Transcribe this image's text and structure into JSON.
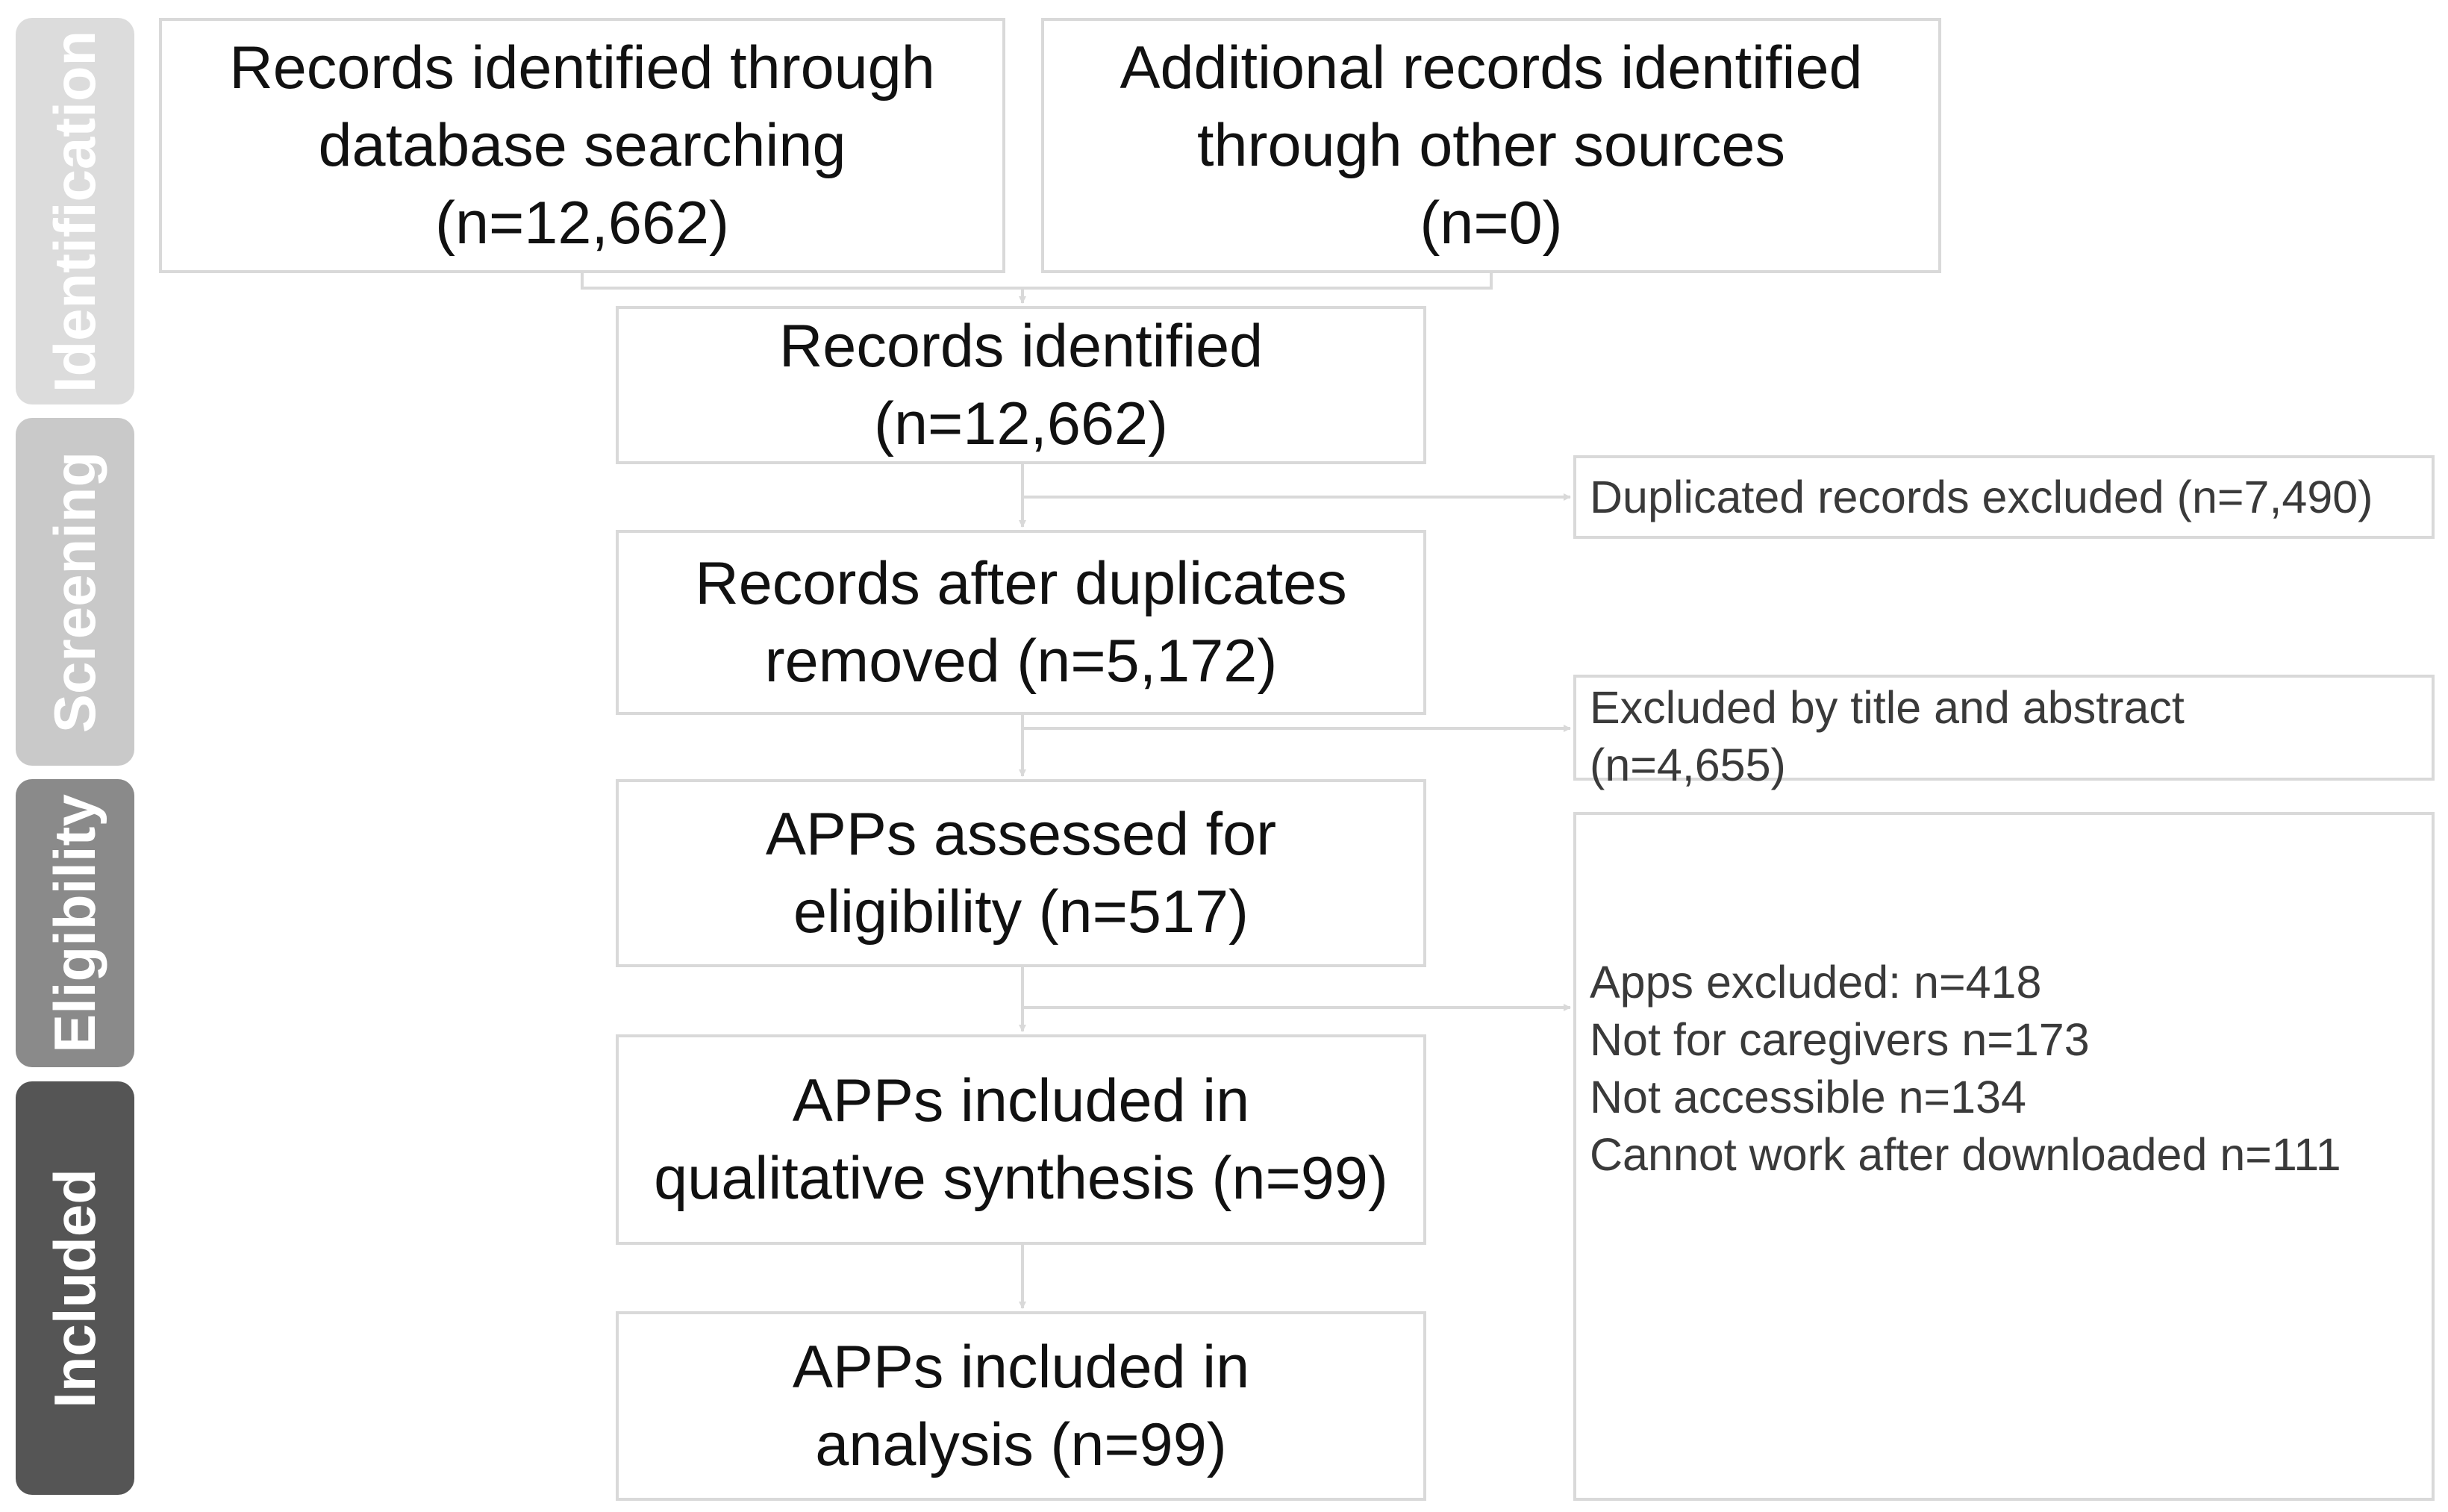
{
  "colors": {
    "identification": "#dcdcdc",
    "screening": "#c9c9c9",
    "eligibility": "#8a8a8a",
    "included": "#555555",
    "box_border": "#d9d9d9",
    "connector": "#d9d9d9"
  },
  "phases": {
    "identification": "Identification",
    "screening": "Screening",
    "eligibility": "Eligibility",
    "included": "Included"
  },
  "boxes": {
    "database": {
      "l1": "Records identified through",
      "l2": "database searching",
      "l3": "(n=12,662)"
    },
    "other": {
      "l1": "Additional records identified",
      "l2": "through other sources",
      "l3": "(n=0)"
    },
    "identified": {
      "l1": "Records identified",
      "l2": "(n=12,662)"
    },
    "after_duplicates": {
      "l1": "Records after duplicates",
      "l2": "removed (n=5,172)"
    },
    "assessed": {
      "l1": "APPs assessed for",
      "l2": "eligibility (n=517)"
    },
    "qualitative": {
      "l1": "APPs included in",
      "l2": "qualitative synthesis (n=99)"
    },
    "analysis": {
      "l1": "APPs included in",
      "l2": "analysis (n=99)"
    }
  },
  "exclusions": {
    "duplicates": "Duplicated records excluded (n=7,490)",
    "title_abstract": {
      "l1": "Excluded  by title and abstract",
      "l2": "(n=4,655)"
    },
    "apps": {
      "l1": "Apps excluded:  n=418",
      "l2": "Not for caregivers  n=173",
      "l3": "Not accessible  n=134",
      "l4": "Cannot work after downloaded  n=111"
    }
  }
}
